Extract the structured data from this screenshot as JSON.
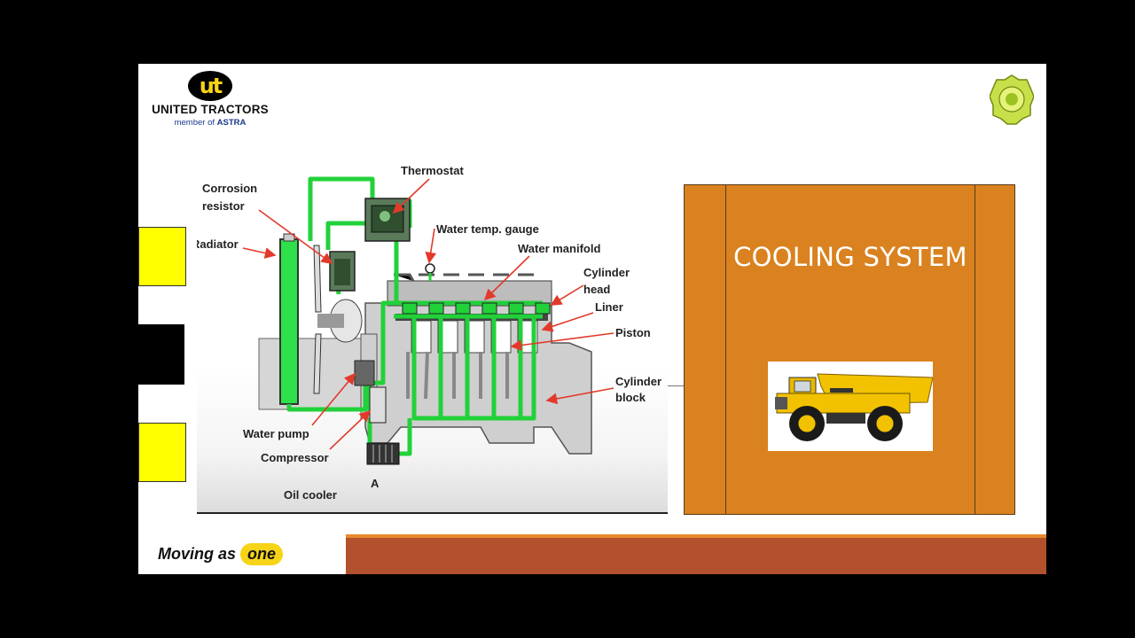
{
  "brand": {
    "name": "UNITED TRACTORS",
    "tagline_prefix": "member of",
    "tagline_brand": "ASTRA",
    "mark": "ut"
  },
  "diagram": {
    "labels": {
      "thermostat": "Thermostat",
      "corrosion_1": "Corrosion",
      "corrosion_2": "resistor",
      "radiator": "Radiator",
      "water_temp_gauge": "Water temp. gauge",
      "water_manifold": "Water manifold",
      "cyl_head_1": "Cylinder",
      "cyl_head_2": "head",
      "liner": "Liner",
      "piston": "Piston",
      "cyl_block_1": "Cylinder",
      "cyl_block_2": "block",
      "water_pump": "Water pump",
      "compressor": "Compressor",
      "oil_cooler": "Oil cooler",
      "point_a": "A"
    }
  },
  "panel": {
    "title": "COOLING SYSTEM",
    "image_icon": "dump-truck"
  },
  "footer": {
    "slogan": "Moving as",
    "slogan_highlight": "one"
  },
  "colors": {
    "accent_yellow": "#f7d417",
    "panel_orange": "#d9821f",
    "footer_red": "#b3502e",
    "coolant_green": "#22d13a"
  }
}
